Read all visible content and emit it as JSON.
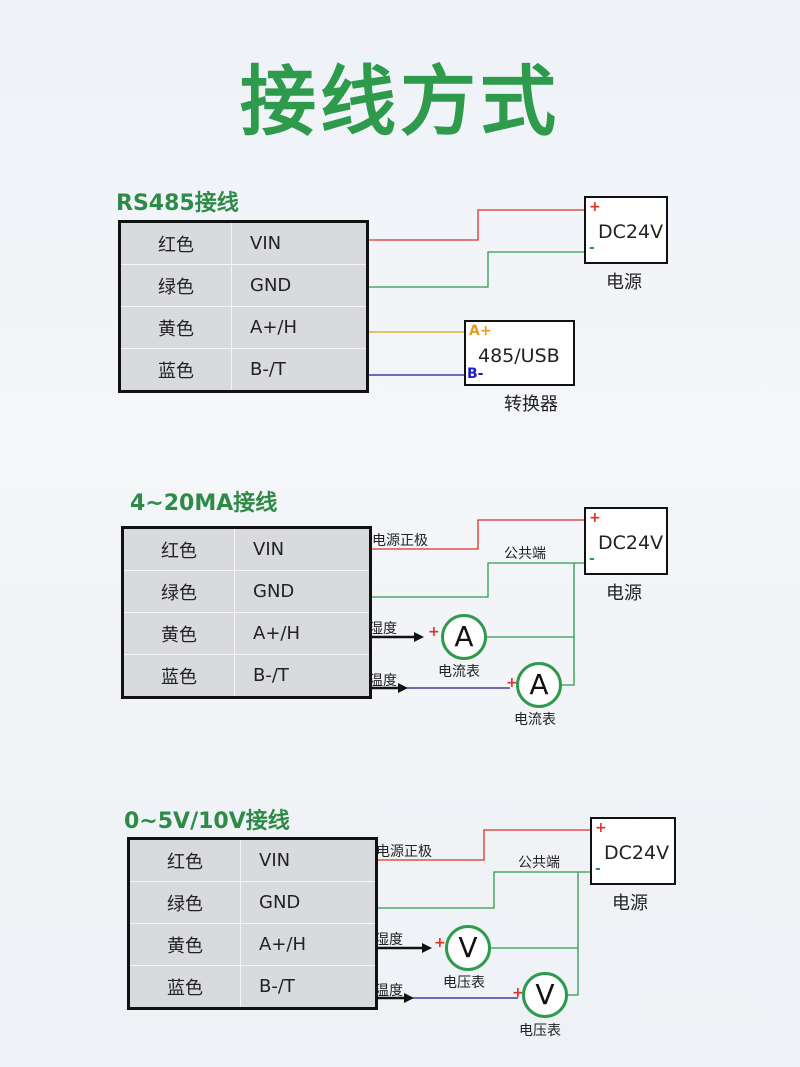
{
  "title": "接线方式",
  "colors": {
    "title": "#2e9a4c",
    "wire_red": "#e0302a",
    "wire_green": "#2e9a4c",
    "wire_orange": "#e0a018",
    "wire_blue": "#1c1c8c",
    "table_bg": "#d8dade"
  },
  "sections": [
    {
      "title": "RS485接线",
      "rows": [
        {
          "color": "红色",
          "pin": "VIN"
        },
        {
          "color": "绿色",
          "pin": "GND"
        },
        {
          "color": "黄色",
          "pin": "A+/H"
        },
        {
          "color": "蓝色",
          "pin": "B-/T"
        }
      ],
      "power": {
        "label": "DC24V",
        "plus": "+",
        "minus": "-",
        "caption": "电源"
      },
      "converter": {
        "label": "485/USB",
        "a": "A+",
        "b": "B-",
        "caption": "转换器"
      }
    },
    {
      "title": "4~20MA接线",
      "rows": [
        {
          "color": "红色",
          "pin": "VIN"
        },
        {
          "color": "绿色",
          "pin": "GND"
        },
        {
          "color": "黄色",
          "pin": "A+/H"
        },
        {
          "color": "蓝色",
          "pin": "B-/T"
        }
      ],
      "power": {
        "label": "DC24V",
        "plus": "+",
        "minus": "-",
        "caption": "电源"
      },
      "wire_labels": {
        "positive": "电源正极",
        "common": "公共端",
        "humidity": "湿度",
        "temperature": "温度"
      },
      "meters": [
        {
          "symbol": "A",
          "caption": "电流表",
          "plus": "+"
        },
        {
          "symbol": "A",
          "caption": "电流表",
          "plus": "+"
        }
      ]
    },
    {
      "title": "0~5V/10V接线",
      "rows": [
        {
          "color": "红色",
          "pin": "VIN"
        },
        {
          "color": "绿色",
          "pin": "GND"
        },
        {
          "color": "黄色",
          "pin": "A+/H"
        },
        {
          "color": "蓝色",
          "pin": "B-/T"
        }
      ],
      "power": {
        "label": "DC24V",
        "plus": "+",
        "minus": "-",
        "caption": "电源"
      },
      "wire_labels": {
        "positive": "电源正极",
        "common": "公共端",
        "humidity": "湿度",
        "temperature": "温度"
      },
      "meters": [
        {
          "symbol": "V",
          "caption": "电压表",
          "plus": "+"
        },
        {
          "symbol": "V",
          "caption": "电压表",
          "plus": "+"
        }
      ]
    }
  ]
}
